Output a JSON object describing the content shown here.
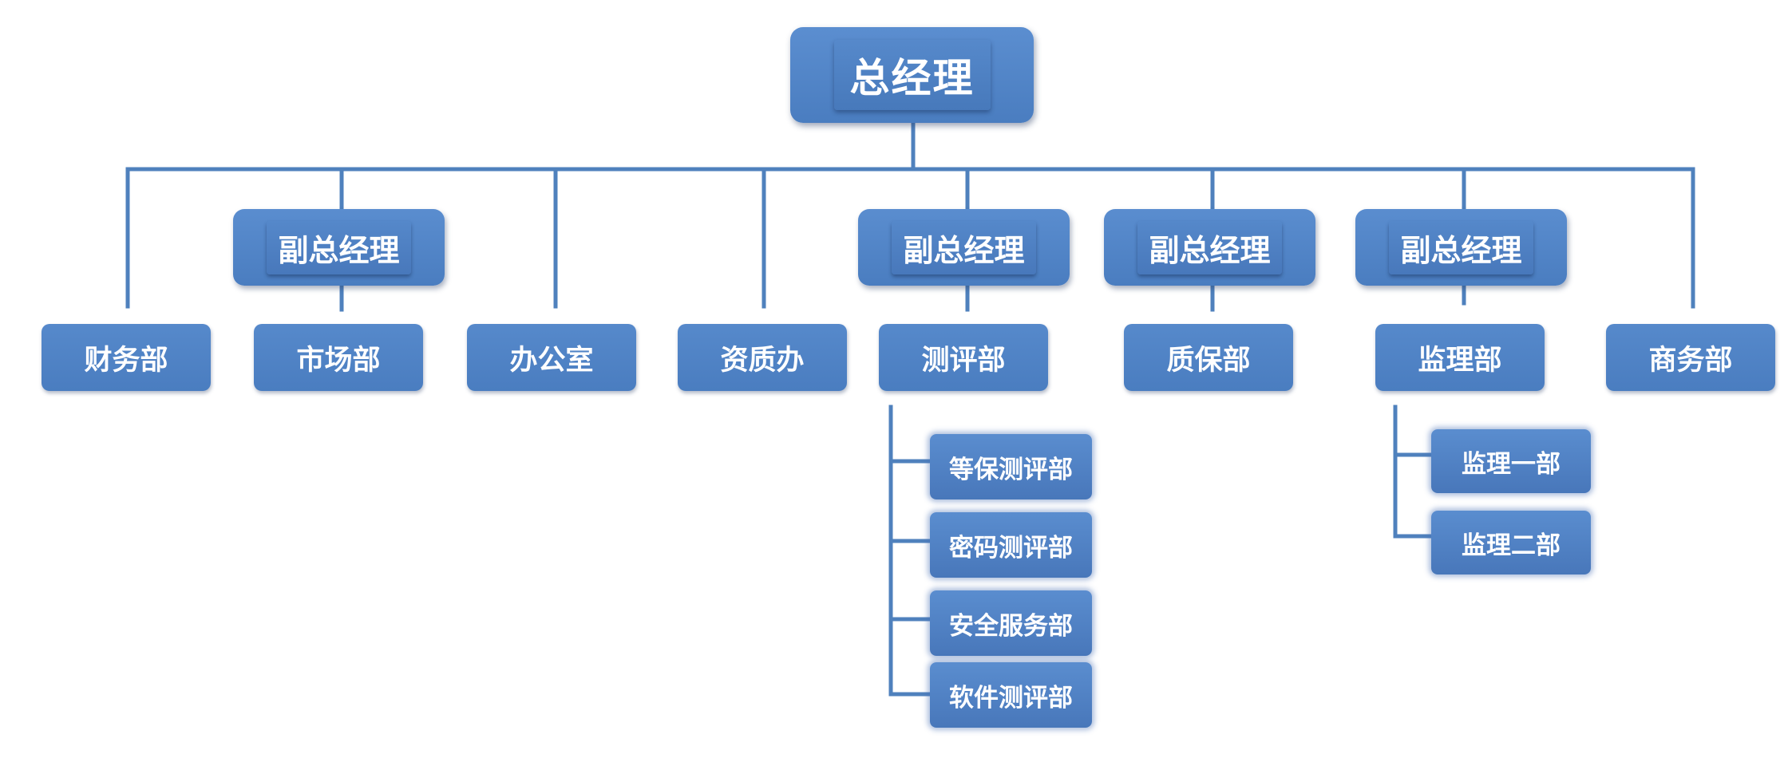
{
  "colors": {
    "accent": "#4f81bd",
    "connector": "#4f81bd",
    "text": "#ffffff"
  },
  "top": {
    "label": "总经理"
  },
  "vice_presidents": [
    {
      "label": "副总经理"
    },
    {
      "label": "副总经理"
    },
    {
      "label": "副总经理"
    },
    {
      "label": "副总经理"
    }
  ],
  "departments": [
    {
      "label": "财务部"
    },
    {
      "label": "市场部"
    },
    {
      "label": "办公室"
    },
    {
      "label": "资质办"
    },
    {
      "label": "测评部"
    },
    {
      "label": "质保部"
    },
    {
      "label": "监理部"
    },
    {
      "label": "商务部"
    }
  ],
  "evaluation_subunits": [
    {
      "label": "等保测评部"
    },
    {
      "label": "密码测评部"
    },
    {
      "label": "安全服务部"
    },
    {
      "label": "软件测评部"
    }
  ],
  "supervision_subunits": [
    {
      "label": "监理一部"
    },
    {
      "label": "监理二部"
    }
  ]
}
